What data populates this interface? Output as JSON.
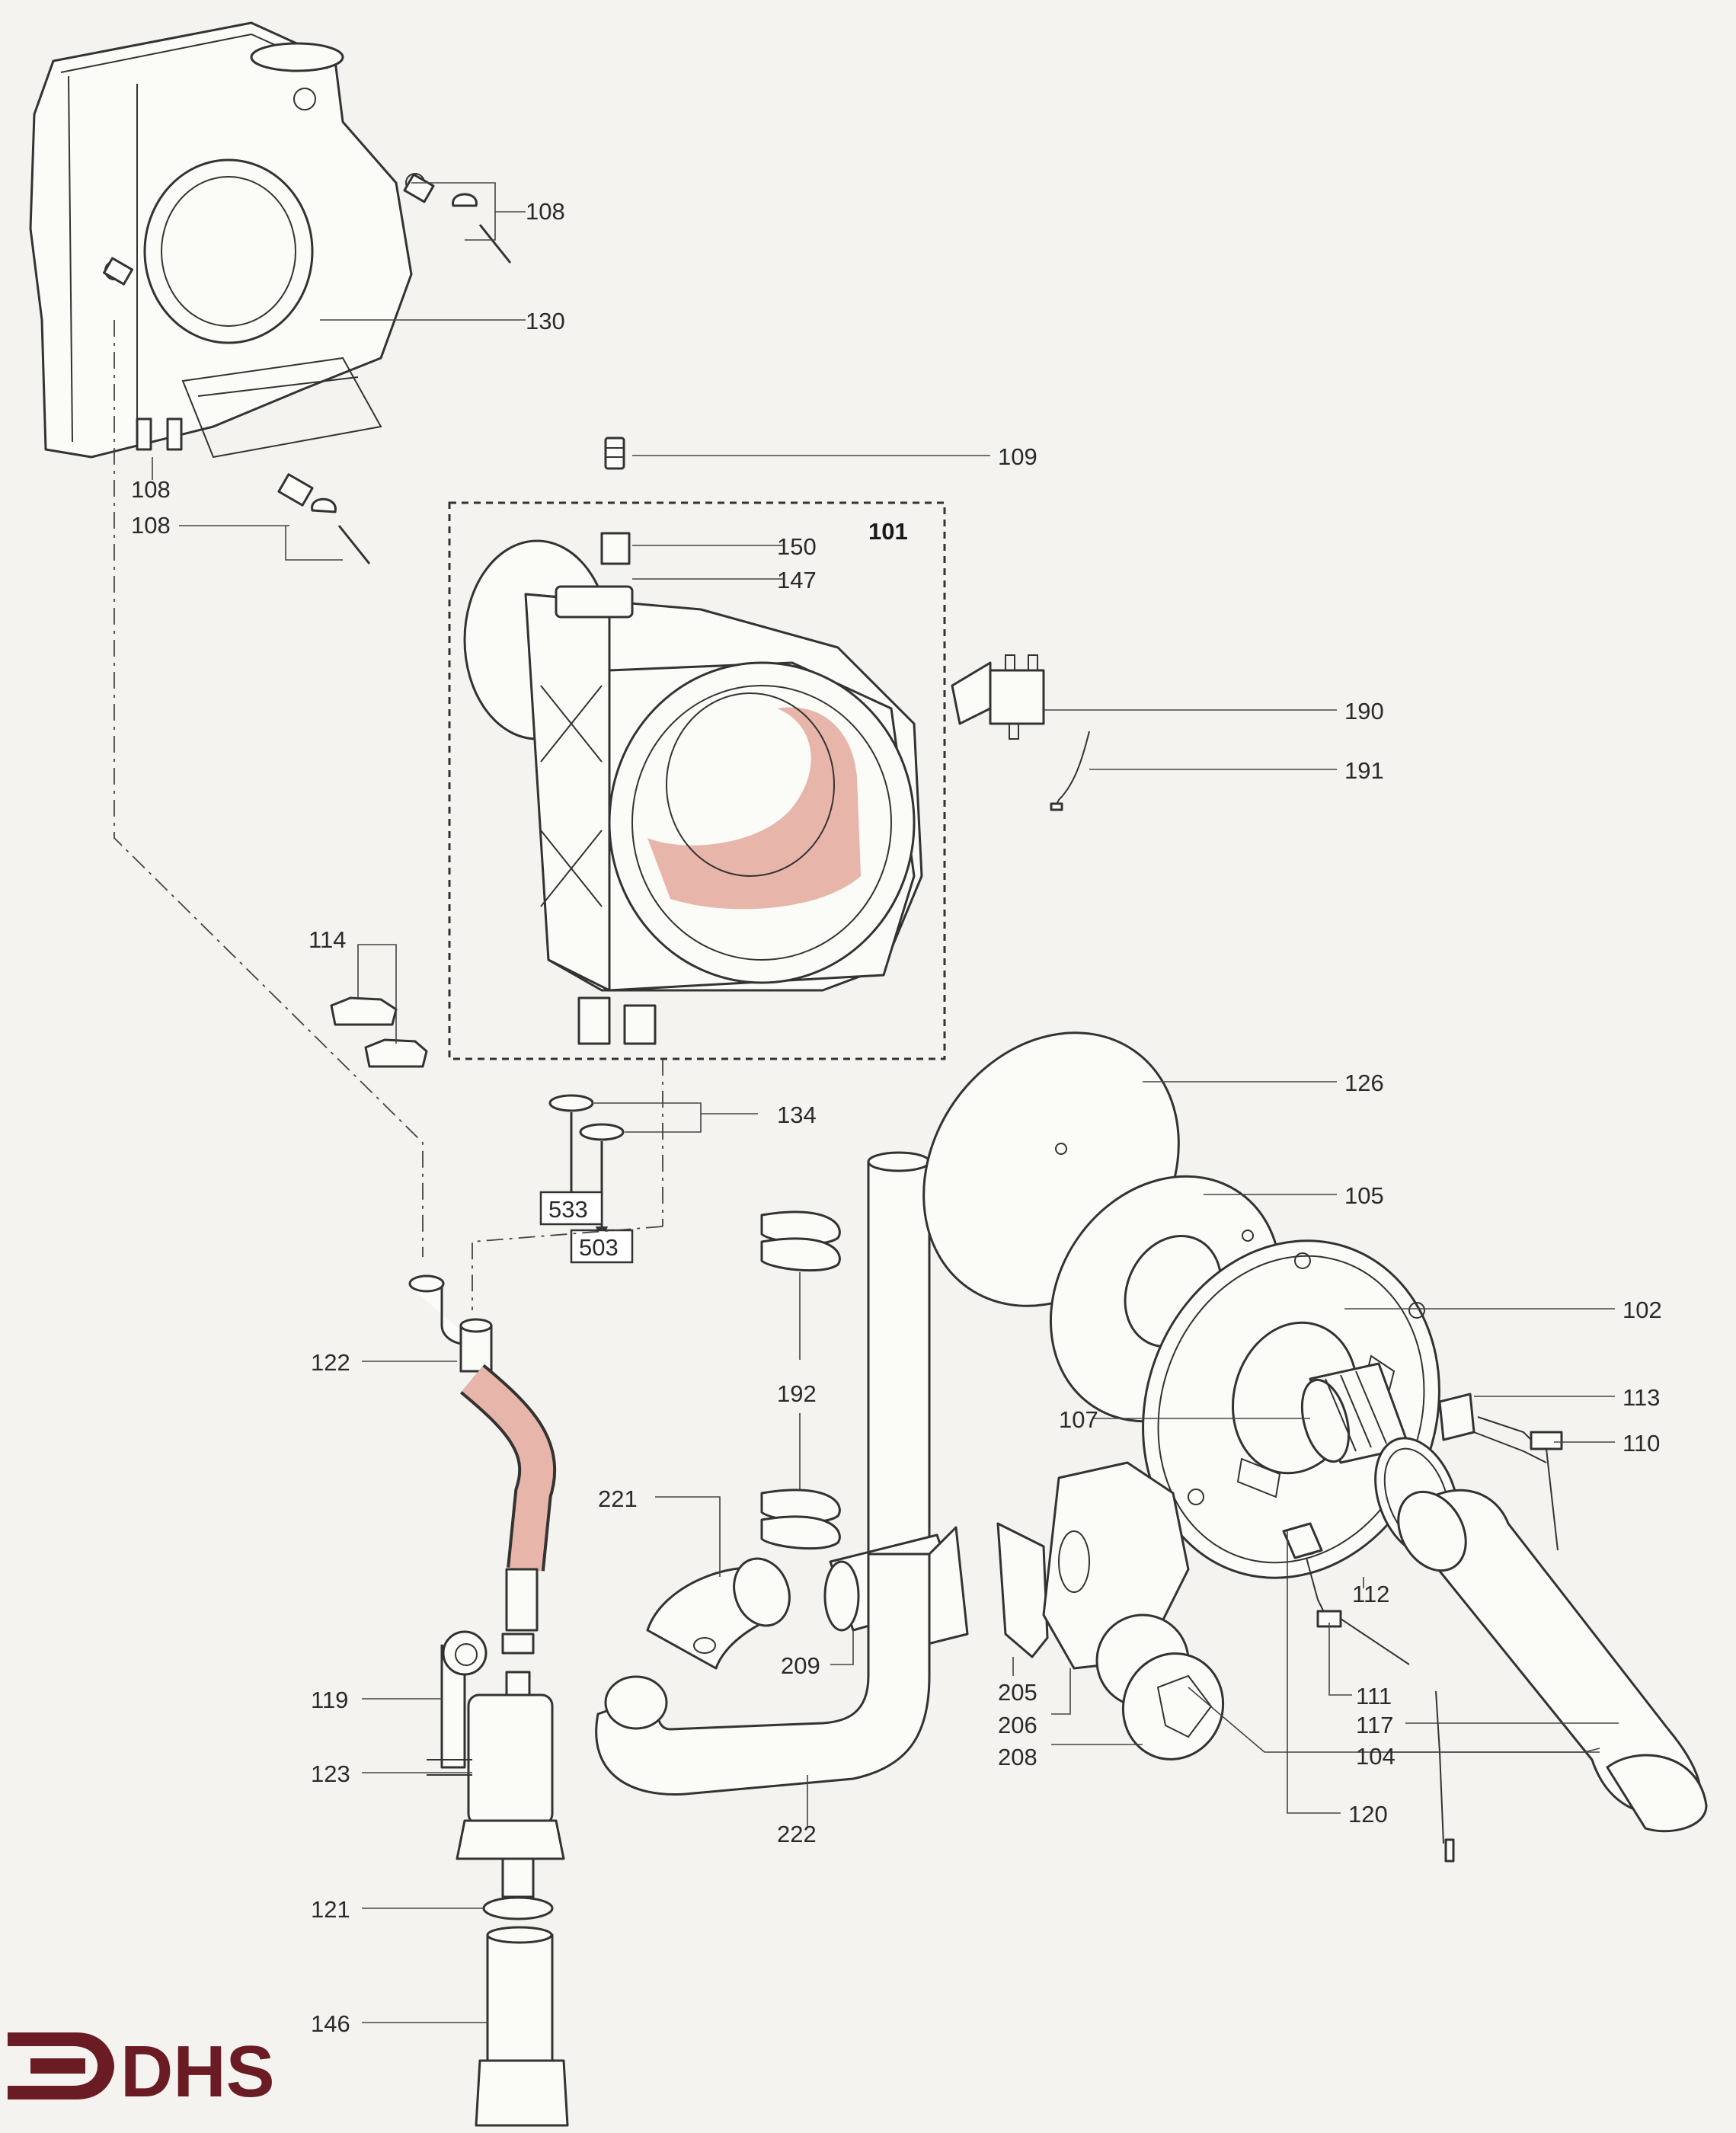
{
  "labels": [
    {
      "id": "108a",
      "text": "108"
    },
    {
      "id": "130",
      "text": "130"
    },
    {
      "id": "108b",
      "text": "108"
    },
    {
      "id": "108c",
      "text": "108"
    },
    {
      "id": "109",
      "text": "109"
    },
    {
      "id": "101",
      "text": "101"
    },
    {
      "id": "150",
      "text": "150"
    },
    {
      "id": "147",
      "text": "147"
    },
    {
      "id": "190",
      "text": "190"
    },
    {
      "id": "191",
      "text": "191"
    },
    {
      "id": "114",
      "text": "114"
    },
    {
      "id": "126",
      "text": "126"
    },
    {
      "id": "134",
      "text": "134"
    },
    {
      "id": "533",
      "text": "533"
    },
    {
      "id": "503",
      "text": "503"
    },
    {
      "id": "105",
      "text": "105"
    },
    {
      "id": "102",
      "text": "102"
    },
    {
      "id": "122",
      "text": "122"
    },
    {
      "id": "192",
      "text": "192"
    },
    {
      "id": "113",
      "text": "113"
    },
    {
      "id": "107",
      "text": "107"
    },
    {
      "id": "110",
      "text": "110"
    },
    {
      "id": "221",
      "text": "221"
    },
    {
      "id": "112",
      "text": "112"
    },
    {
      "id": "209",
      "text": "209"
    },
    {
      "id": "205",
      "text": "205"
    },
    {
      "id": "119",
      "text": "119"
    },
    {
      "id": "111",
      "text": "111"
    },
    {
      "id": "206",
      "text": "206"
    },
    {
      "id": "117",
      "text": "117"
    },
    {
      "id": "208",
      "text": "208"
    },
    {
      "id": "104",
      "text": "104"
    },
    {
      "id": "123",
      "text": "123"
    },
    {
      "id": "222",
      "text": "222"
    },
    {
      "id": "120",
      "text": "120"
    },
    {
      "id": "121",
      "text": "121"
    },
    {
      "id": "146",
      "text": "146"
    }
  ],
  "logo": {
    "text": "DHS",
    "color": "#6a1b24"
  },
  "colors": {
    "line": "#333333",
    "highlight": "#e8b5aa",
    "paper": "#f4f3f0"
  }
}
